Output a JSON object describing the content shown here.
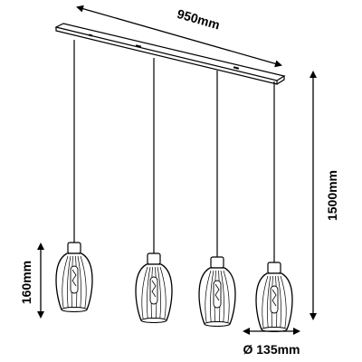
{
  "diagram": {
    "dimensions": {
      "width_label": "950mm",
      "height_label": "1500mm",
      "shade_height_label": "160mm",
      "shade_diameter_label": "Ø 135mm"
    },
    "pendant_count": 4
  }
}
